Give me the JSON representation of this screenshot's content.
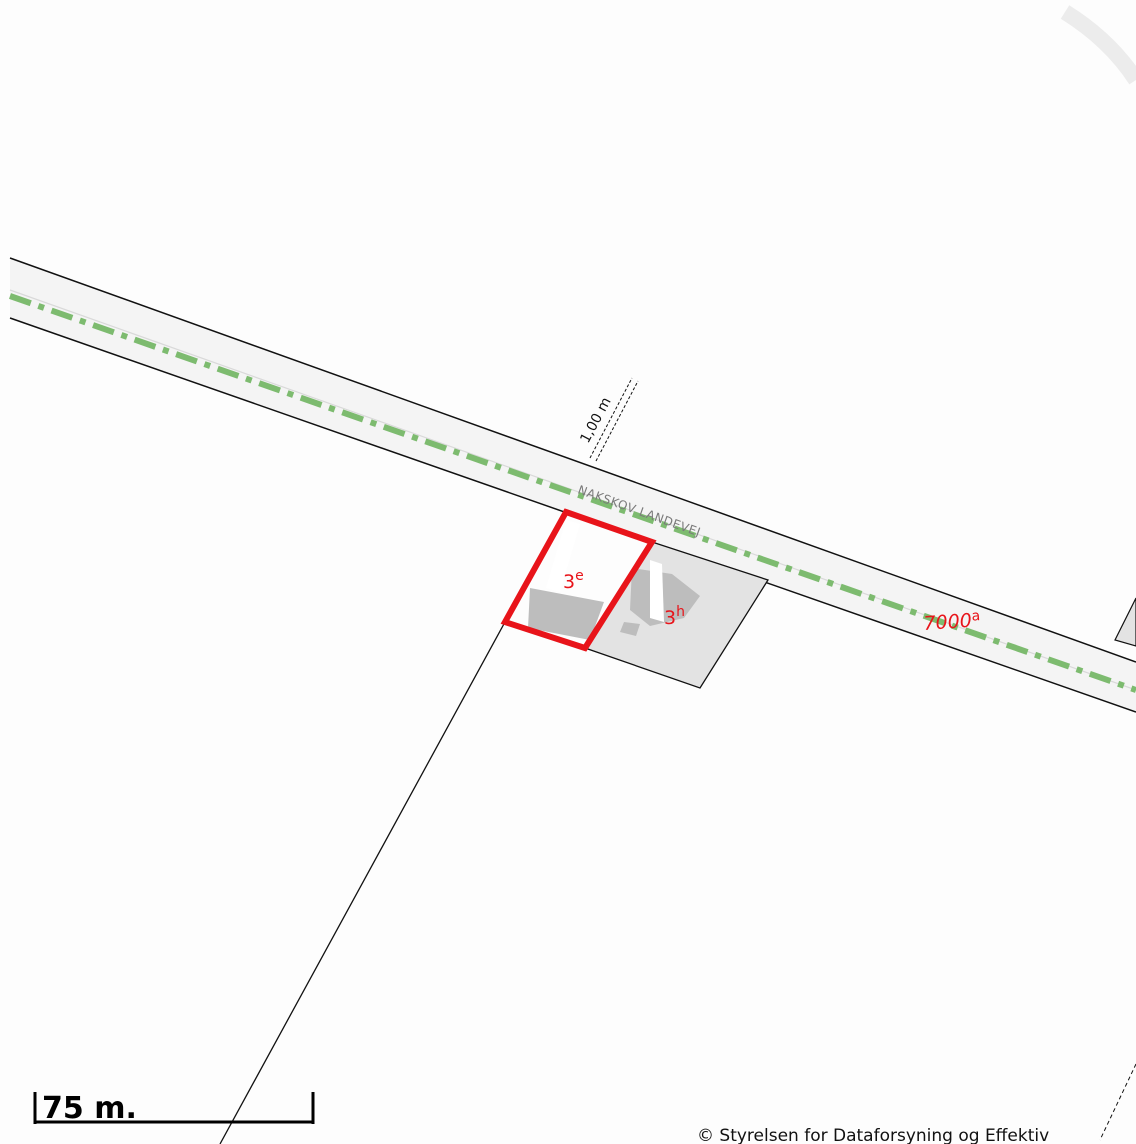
{
  "map": {
    "road_name": "NAKSKOV LANDEVEJ",
    "distance_label": "1,00 m",
    "parcels": [
      {
        "number": "3",
        "letter": "e",
        "highlighted": true
      },
      {
        "number": "3",
        "letter": "h",
        "highlighted": false
      },
      {
        "number": "7000",
        "letter": "a",
        "highlighted": false
      }
    ],
    "scale_bar": {
      "label": "75 m."
    },
    "attribution": "© Styrelsen for Dataforsyning og Effektiv",
    "colors": {
      "highlight": "#e8141a",
      "road_fill": "#f4f4f4",
      "lot_fill": "#e3e3e3",
      "building_fill": "#bdbdbd",
      "dash_line": "#7dbb6f",
      "boundary": "#111111"
    }
  }
}
